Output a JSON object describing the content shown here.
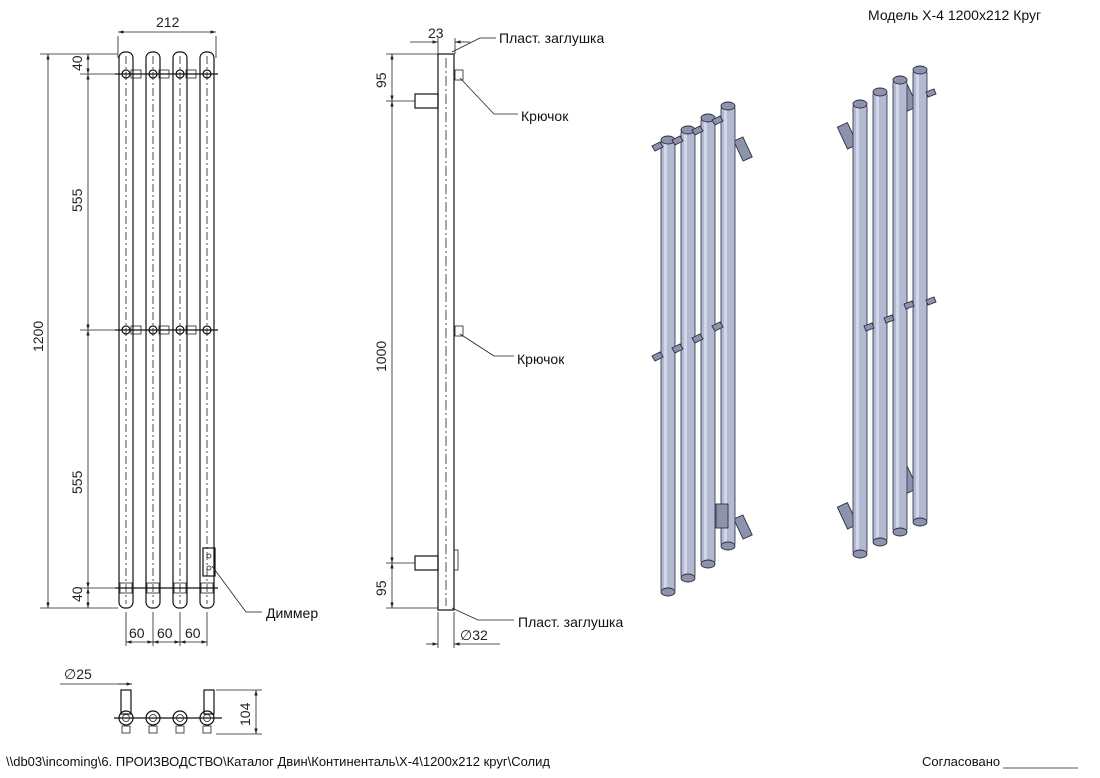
{
  "title": "Модель X-4  1200х212 Круг",
  "front_view": {
    "dim_width": "212",
    "dim_height": "1200",
    "dim_top": "40",
    "dim_upper": "555",
    "dim_lower": "555",
    "dim_bottom": "40",
    "dim_spacing": [
      "60",
      "60",
      "60"
    ],
    "dimmer_label": "Диммер"
  },
  "side_view": {
    "dim_depth": "23",
    "dim_top_offset": "95",
    "dim_mount": "1000",
    "dim_bottom_offset": "95",
    "dim_diameter": "∅32",
    "cap_top_label": "Пласт. заглушка",
    "hook_top_label": "Крючок",
    "hook_mid_label": "Крючок",
    "cap_bottom_label": "Пласт. заглушка"
  },
  "top_view": {
    "dim_diameter": "∅25",
    "dim_height": "104"
  },
  "footer": {
    "path": "\\\\db03\\incoming\\6. ПРОИЗВОДСТВО\\Каталог Двин\\Континенталь\\X-4\\1200x212 круг\\Солид",
    "approved_label": "Согласовано"
  }
}
